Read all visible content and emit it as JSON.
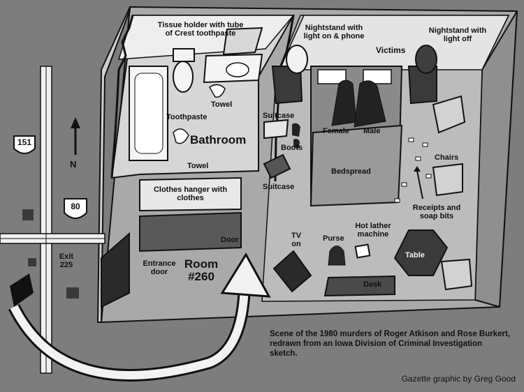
{
  "bathroom": {
    "tissue_holder": "Tissue holder with tube of Crest toothpaste",
    "towel_top": "Towel",
    "toothpaste": "Toothpaste",
    "title": "Bathroom",
    "towel_bottom": "Towel"
  },
  "closet": {
    "hanger": "Clothes hanger with clothes",
    "door": "Door"
  },
  "entrance": {
    "entrance_door": "Entrance door",
    "room_number": "Room #260"
  },
  "bedroom": {
    "nightstand_on": "Nightstand with light on & phone",
    "nightstand_off": "Nightstand with light off",
    "victims": "Victims",
    "suitcase_top": "Suitcase",
    "boots": "Boots",
    "suitcase_bottom": "Suitcase",
    "female": "Female",
    "male": "Male",
    "bedspread": "Bedspread",
    "chairs": "Chairs",
    "receipts": "Receipts and soap bits",
    "tv": "TV on",
    "purse": "Purse",
    "hot_lather": "Hot lather machine",
    "table": "Table",
    "desk": "Desk"
  },
  "map": {
    "us_route": "151",
    "interstate": "80",
    "north": "N",
    "exit": "Exit 225"
  },
  "caption": "Scene of the 1980 murders of Roger Atkison and Rose Burkert, redrawn from an Iowa Division of Criminal Investigation sketch.",
  "credit": "Gazette graphic by Greg Good"
}
